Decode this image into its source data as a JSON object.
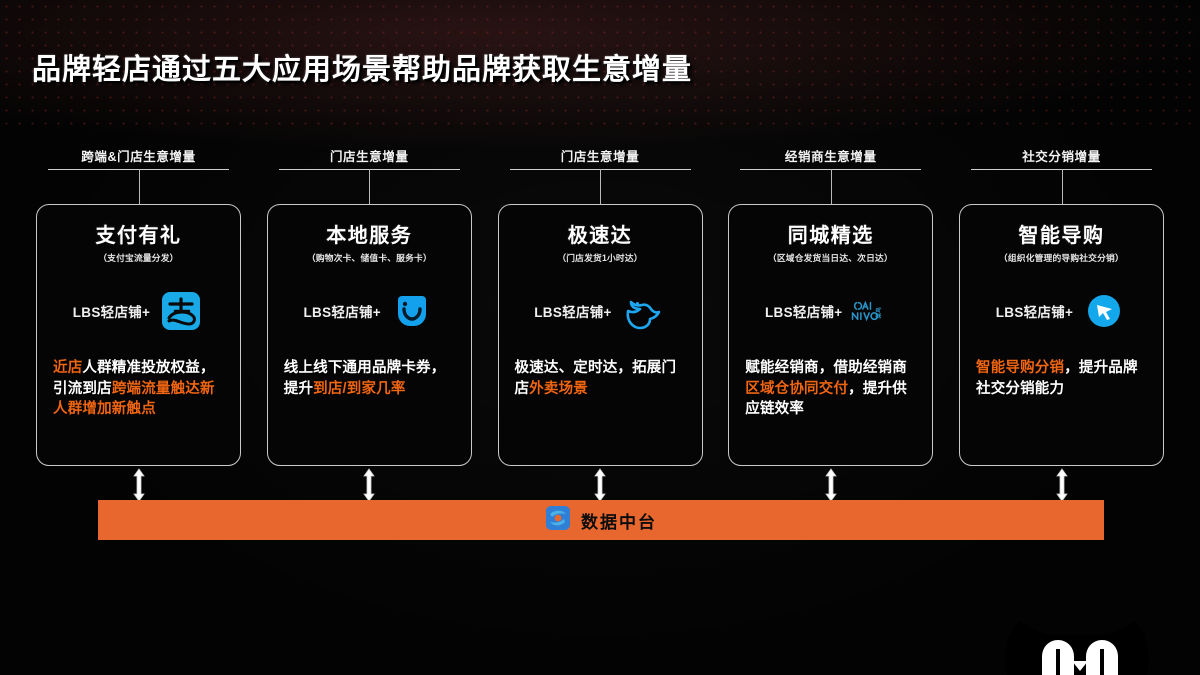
{
  "page": {
    "title": "品牌轻店通过五大应用场景帮助品牌获取生意增量",
    "accent_orange": "#ef6511",
    "bar_orange": "#e8672e",
    "background": "#030303",
    "card_border": "#c9c9c9"
  },
  "columns": [
    {
      "header": "跨端&门店生意增量",
      "card_title": "支付有礼",
      "card_subtitle": "（支付宝流量分发）",
      "lbs_label": "LBS轻店铺+",
      "logo_name": "alipay-logo",
      "desc_runs": [
        {
          "text": "近店",
          "highlight": true
        },
        {
          "text": "人群精准投放权益，引流到店",
          "highlight": false
        },
        {
          "text": "跨端流量触达新人群增加新触点",
          "highlight": true
        }
      ]
    },
    {
      "header": "门店生意增量",
      "card_title": "本地服务",
      "card_subtitle": "（购物次卡、储值卡、服务卡）",
      "lbs_label": "LBS轻店铺+",
      "logo_name": "koubei-logo",
      "desc_runs": [
        {
          "text": "线上线下通用品牌卡券，提升",
          "highlight": false
        },
        {
          "text": "到店/到家几率",
          "highlight": true
        }
      ]
    },
    {
      "header": "门店生意增量",
      "card_title": "极速达",
      "card_subtitle": "（门店发货1小时达）",
      "lbs_label": "LBS轻店铺+",
      "logo_name": "eleme-bird-logo",
      "desc_runs": [
        {
          "text": "极速达、定时达，拓展门店",
          "highlight": false
        },
        {
          "text": "外卖场景",
          "highlight": true
        }
      ]
    },
    {
      "header": "经销商生意增量",
      "card_title": "同城精选",
      "card_subtitle": "（区域仓发货当日达、次日达）",
      "lbs_label": "LBS轻店铺+",
      "logo_name": "cainiao-logo",
      "desc_runs": [
        {
          "text": "赋能经销商，借助经销商",
          "highlight": false
        },
        {
          "text": "区域仓协同交付",
          "highlight": true
        },
        {
          "text": "，提升供应链效率",
          "highlight": false
        }
      ]
    },
    {
      "header": "社交分销增量",
      "card_title": "智能导购",
      "card_subtitle": "（组织化管理的导购社交分销）",
      "lbs_label": "LBS轻店铺+",
      "logo_name": "smart-guide-logo",
      "desc_runs": [
        {
          "text": "智能导购分销",
          "highlight": true
        },
        {
          "text": "，提升品牌社交分销能力",
          "highlight": false
        }
      ]
    }
  ],
  "data_bar": {
    "label": "数据中台",
    "icon_name": "data-platform-icon"
  },
  "footer": {
    "logo_name": "tmall-cat-logo"
  }
}
